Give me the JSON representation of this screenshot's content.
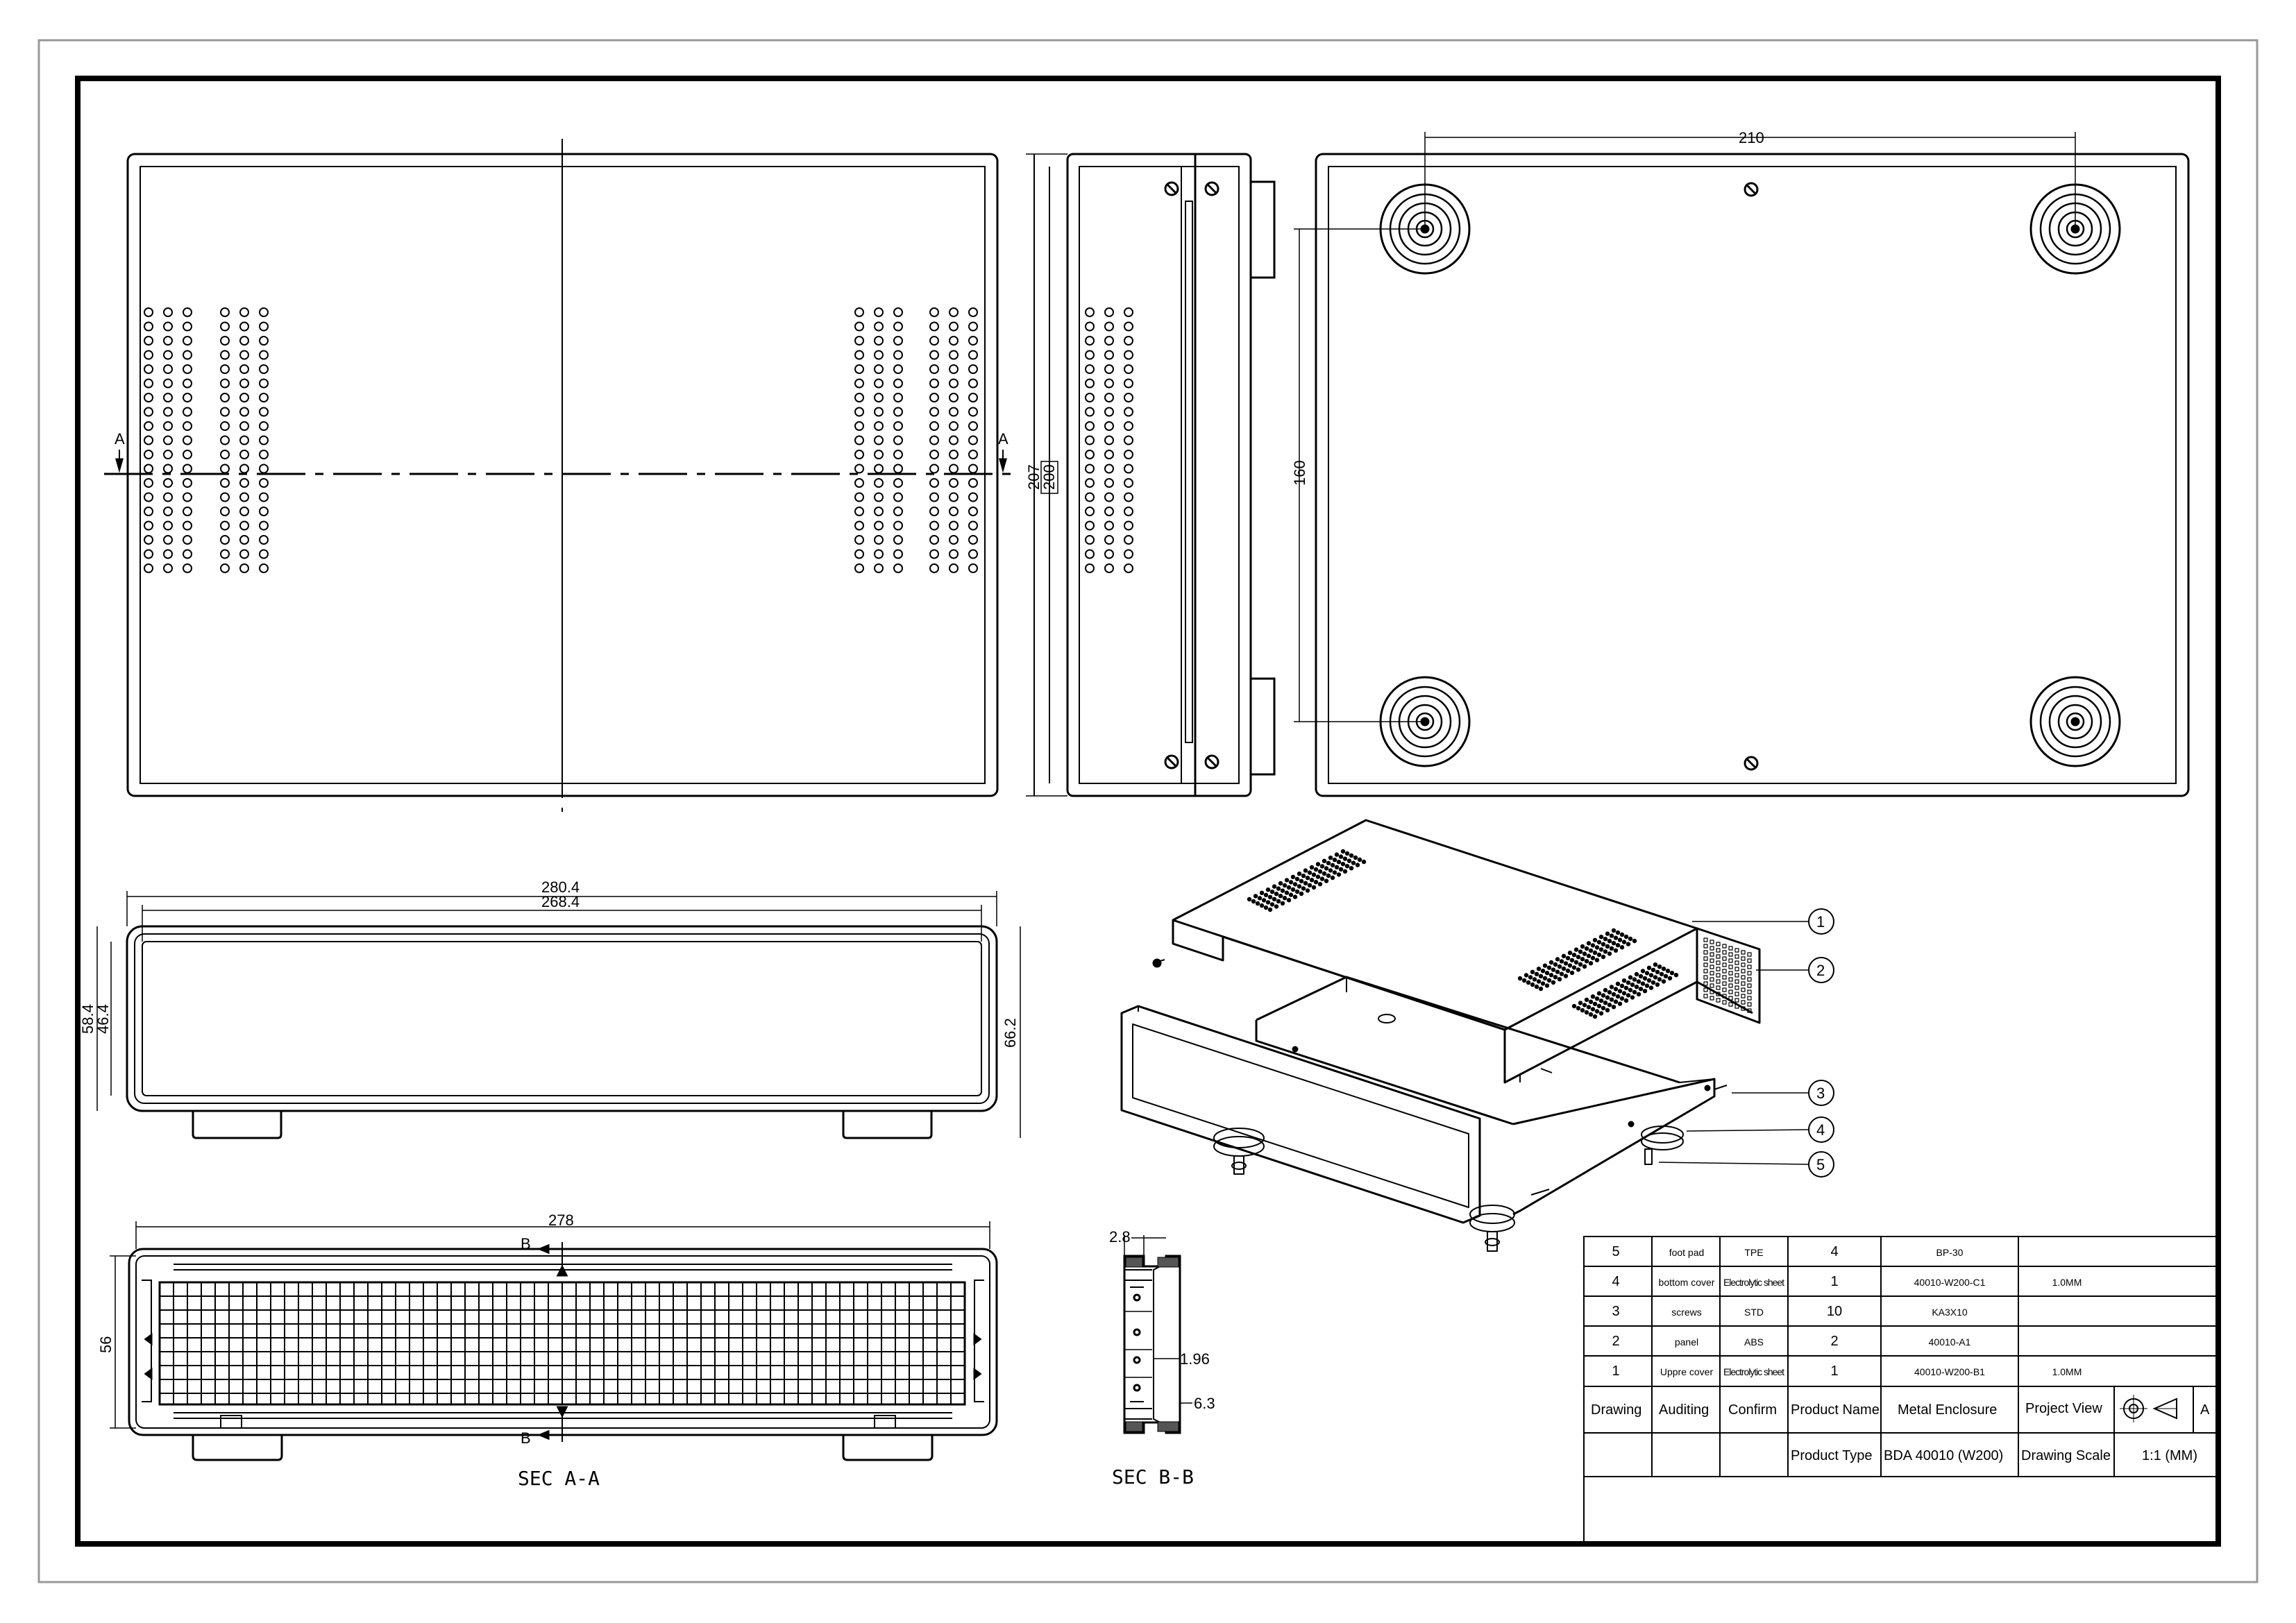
{
  "dimensions": {
    "top_210": "210",
    "top_160": "160",
    "side_207": "207",
    "side_200": "200",
    "front_280_4": "280.4",
    "front_268_4": "268.4",
    "front_58_4": "58.4",
    "front_46_4": "46.4",
    "front_66_2": "66.2",
    "sec_278": "278",
    "sec_56": "56",
    "secb_2_8": "2.8",
    "secb_1_96": "1.96",
    "secb_6_3": "6.3"
  },
  "markers": {
    "a_left": "A",
    "a_right": "A",
    "b_top": "B",
    "b_bottom": "B"
  },
  "section_labels": {
    "sec_a": "SEC A-A",
    "sec_b": "SEC B-B"
  },
  "balloons": [
    "1",
    "2",
    "3",
    "4",
    "5"
  ],
  "bom": [
    {
      "no": "5",
      "name": "foot pad",
      "material": "TPE",
      "qty": "4",
      "code": "BP-30",
      "spec": ""
    },
    {
      "no": "4",
      "name": "bottom cover",
      "material": "Electrolytic sheet",
      "qty": "1",
      "code": "40010-W200-C1",
      "spec": "1.0MM"
    },
    {
      "no": "3",
      "name": "screws",
      "material": "STD",
      "qty": "10",
      "code": "KA3X10",
      "spec": ""
    },
    {
      "no": "2",
      "name": "panel",
      "material": "ABS",
      "qty": "2",
      "code": "40010-A1",
      "spec": ""
    },
    {
      "no": "1",
      "name": "Uppre cover",
      "material": "Electrolytic sheet",
      "qty": "1",
      "code": "40010-W200-B1",
      "spec": "1.0MM"
    }
  ],
  "title_block": {
    "drawing": "Drawing",
    "auditing": "Auditing",
    "confirm": "Confirm",
    "product_name_label": "Product Name",
    "product_name_value": "Metal Enclosure",
    "project_view_label": "Project View",
    "revision": "A",
    "product_type_label": "Product Type",
    "product_type_value": "BDA 40010 (W200)",
    "drawing_scale_label": "Drawing Scale",
    "drawing_scale_value": "1:1 (MM)"
  }
}
